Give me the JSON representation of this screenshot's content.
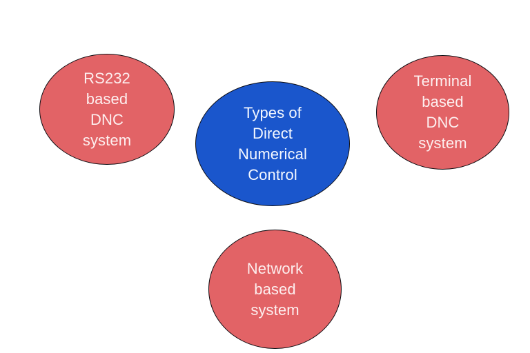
{
  "diagram": {
    "type": "concept-map",
    "title": "Types of Direct Numerical Control",
    "background_color": "#ffffff",
    "palette": {
      "center_fill": "#1a56cc",
      "branch_fill": "#e26366",
      "outline": "#0d0d12",
      "center_text": "#f4f8ff",
      "branch_text": "#fdefef"
    },
    "nodes": [
      {
        "id": "center",
        "role": "root",
        "shape": "ellipse",
        "fill": "#1a56cc",
        "text_color": "#f4f8ff",
        "lines": [
          "Types of",
          "Direct",
          "Numerical",
          "Control"
        ],
        "text": "Types of Direct Numerical Control"
      },
      {
        "id": "rs232",
        "role": "branch",
        "shape": "ellipse",
        "fill": "#e26366",
        "text_color": "#fdefef",
        "lines": [
          "RS232",
          "based",
          "DNC",
          "system"
        ],
        "text": "RS232 based DNC system"
      },
      {
        "id": "terminal",
        "role": "branch",
        "shape": "ellipse",
        "fill": "#e26366",
        "text_color": "#fdefef",
        "lines": [
          "Terminal",
          "based",
          "DNC",
          "system"
        ],
        "text": "Terminal based DNC system"
      },
      {
        "id": "network",
        "role": "branch",
        "shape": "ellipse",
        "fill": "#e26366",
        "text_color": "#fdefef",
        "lines": [
          "Network",
          "based",
          "system"
        ],
        "text": "Network based system"
      }
    ]
  }
}
